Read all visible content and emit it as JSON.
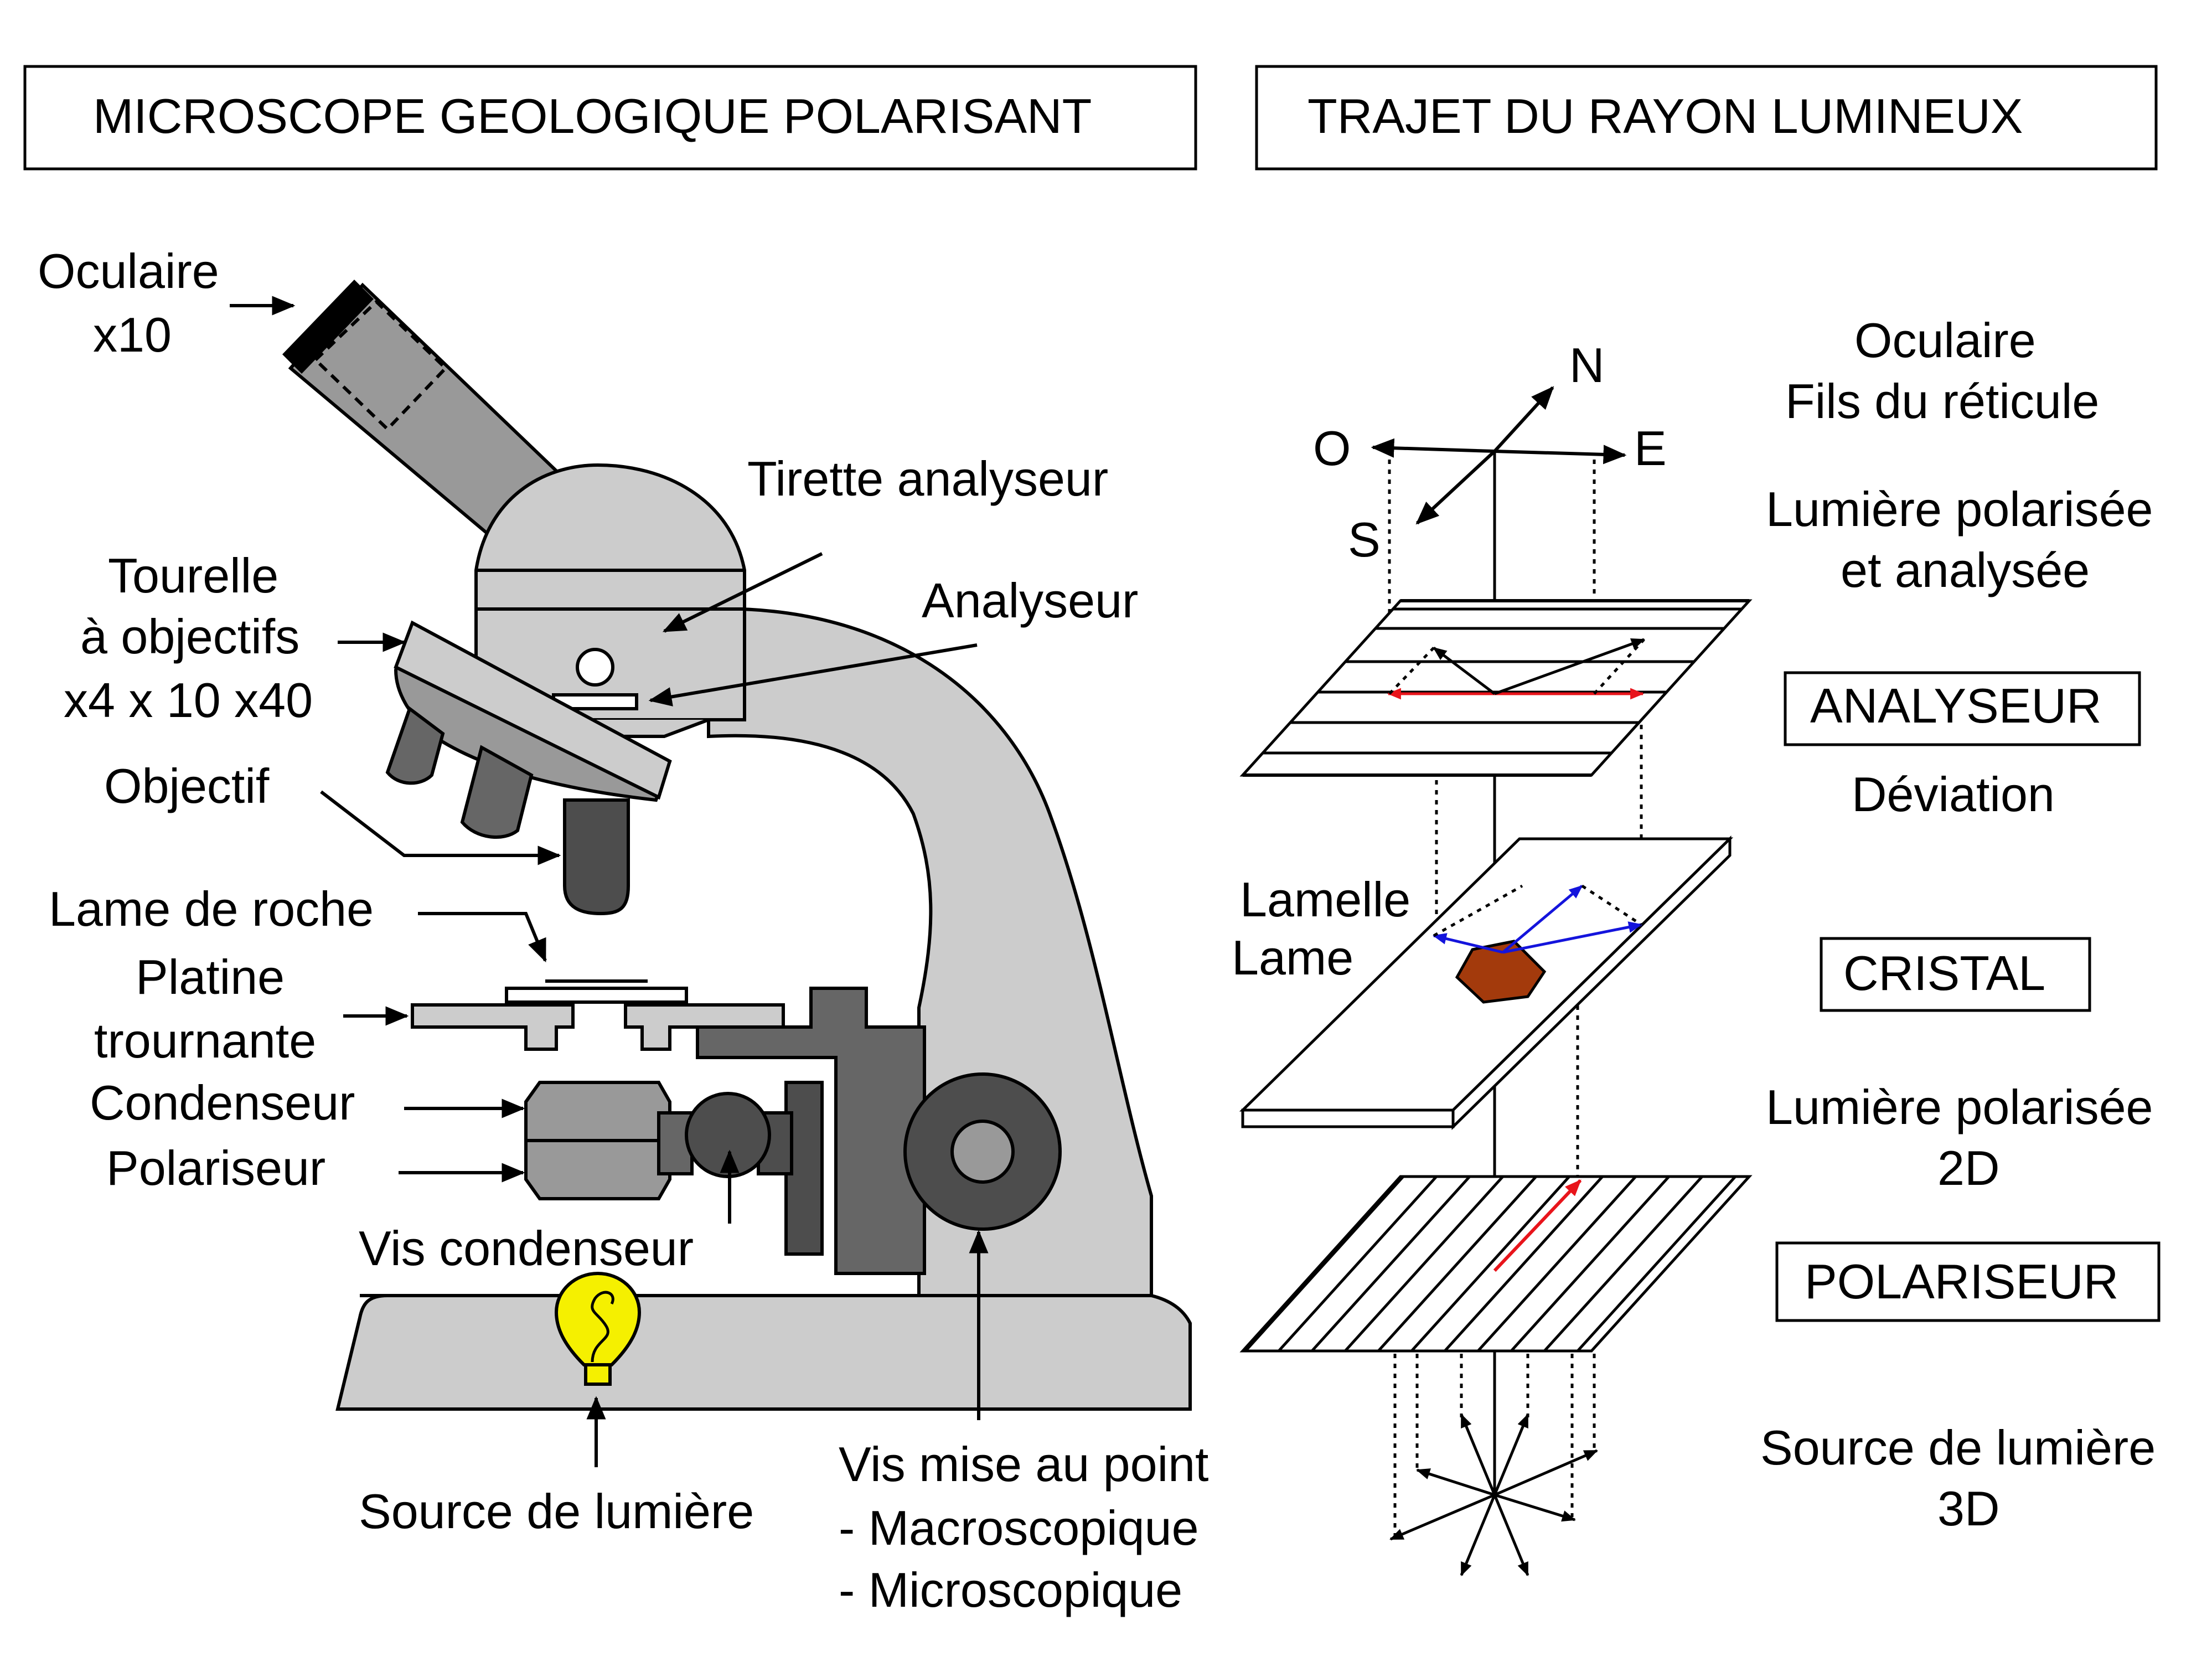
{
  "titles": {
    "left": "MICROSCOPE GEOLOGIQUE POLARISANT",
    "right": "TRAJET DU RAYON LUMINEUX"
  },
  "microscope": {
    "oculaire": [
      "Oculaire",
      "x10"
    ],
    "tirette": "Tirette analyseur",
    "analyseur": "Analyseur",
    "tourelle": [
      "Tourelle",
      "à objectifs",
      "x4 x 10 x40"
    ],
    "objectif": "Objectif",
    "lame": "Lame de roche",
    "platine": [
      "Platine",
      "trournante"
    ],
    "condenseur": "Condenseur",
    "polariseur": "Polariseur",
    "vis_condenseur": "Vis condenseur",
    "source": "Source de lumière",
    "vis_mise": [
      "Vis mise au point",
      "- Macroscopique",
      "- Microscopique"
    ]
  },
  "light_path": {
    "compass": {
      "n": "N",
      "s": "S",
      "e": "E",
      "o": "O"
    },
    "oculaire": [
      "Oculaire",
      "Fils du réticule"
    ],
    "lumiere_analysee": [
      "Lumière polarisée",
      "et analysée"
    ],
    "analyseur_box": "ANALYSEUR",
    "deviation": "Déviation",
    "lamelle": [
      "Lamelle",
      "Lame"
    ],
    "cristal_box": "CRISTAL",
    "lumiere_2d": [
      "Lumière polarisée",
      "2D"
    ],
    "polariseur_box": "POLARISEUR",
    "source_3d": [
      "Source de lumière",
      "3D"
    ]
  },
  "colors": {
    "red": "#e8141b",
    "blue": "#1414dc",
    "crystal": "#a33a0c",
    "bulb": "#f5f000",
    "light_gray": "#cccccc",
    "mid_gray": "#999999",
    "dark_gray": "#666666",
    "darker_gray": "#4d4d4d"
  }
}
